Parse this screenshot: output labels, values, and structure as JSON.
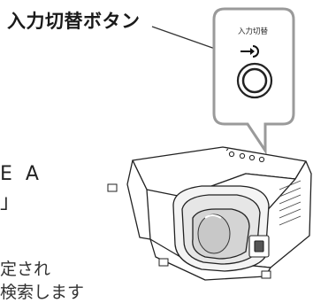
{
  "callout": {
    "label": "入力切替ボタン"
  },
  "zoom_bubble": {
    "button_label": "入力切替",
    "icon": "input-switch-icon"
  },
  "cut_text": {
    "line1": "E A",
    "line2": "」",
    "line3": "定され",
    "line4": "検索します"
  },
  "colors": {
    "bubble_border": "#9a9a9a",
    "line": "#333333",
    "body": "#ffffff"
  }
}
